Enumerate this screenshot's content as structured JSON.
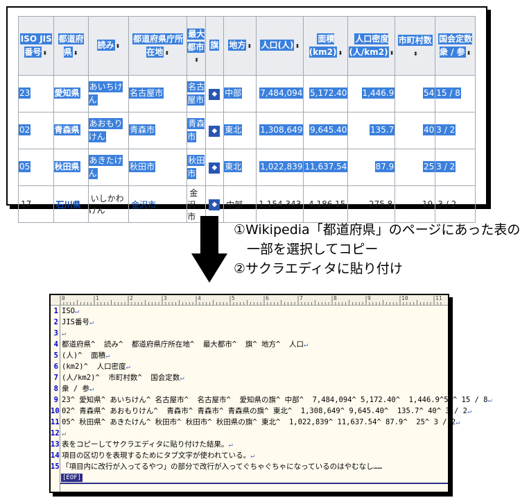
{
  "wiki_table": {
    "headers": [
      {
        "label": "ISO JIS番号",
        "sortable": true
      },
      {
        "label": "都道府県",
        "sortable": true
      },
      {
        "label": "読み",
        "sortable": true
      },
      {
        "label": "都道府県庁所在地",
        "sortable": true
      },
      {
        "label": "最大都市",
        "sortable": true
      },
      {
        "label": "旗",
        "sortable": false
      },
      {
        "label": "地方",
        "sortable": true
      },
      {
        "label": "人口(人)",
        "sortable": true
      },
      {
        "label": "面積(km2)",
        "sortable": true
      },
      {
        "label": "人口密度(人/km2)",
        "sortable": true
      },
      {
        "label": "市町村数",
        "sortable": true
      },
      {
        "label": "国会定数衆 / 参",
        "sortable": true
      }
    ],
    "rows": [
      {
        "code": "23",
        "pref": "愛知県",
        "reading": "あいちけん",
        "capital": "名古屋市",
        "largest": "名古屋市",
        "flag_icon": "aichi-flag-icon",
        "region": "中部",
        "population": "7,484,094",
        "area": "5,172.40",
        "density": "1,446.9",
        "municipalities": "54",
        "seats": "15 / 8",
        "selected": true
      },
      {
        "code": "02",
        "pref": "青森県",
        "reading": "あおもりけん",
        "capital": "青森市",
        "largest": "青森市",
        "flag_icon": "aomori-flag-icon",
        "region": "東北",
        "population": "1,308,649",
        "area": "9,645.40",
        "density": "135.7",
        "municipalities": "40",
        "seats": "3 / 2",
        "selected": true
      },
      {
        "code": "05",
        "pref": "秋田県",
        "reading": "あきたけん",
        "capital": "秋田市",
        "largest": "秋田市",
        "flag_icon": "akita-flag-icon",
        "region": "東北",
        "population": "1,022,839",
        "area": "11,637.54",
        "density": "87.9",
        "municipalities": "25",
        "seats": "3 / 2",
        "selected": true
      },
      {
        "code": "17",
        "pref": "石川県",
        "reading": "いしかわけん",
        "capital": "金沢市",
        "largest": "金沢市",
        "flag_icon": "ishikawa-flag-icon",
        "region": "中部",
        "population": "1,154,343",
        "area": "4,186.15",
        "density": "275.8",
        "municipalities": "19",
        "seats": "3 / 2",
        "selected": false
      }
    ]
  },
  "notes": {
    "step1_line1": "①Wikipedia「都道府県」のページにあった表の",
    "step1_line2": "一部を選択してコピー",
    "step2": "②サクラエディタに貼り付け"
  },
  "editor": {
    "ruler_marks": [
      "0",
      "1",
      "2",
      "3",
      "4",
      "5",
      "6",
      "7",
      "8",
      "9",
      "10",
      "11"
    ],
    "lines": [
      {
        "num": "1",
        "text": "ISO"
      },
      {
        "num": "2",
        "text": "JIS番号"
      },
      {
        "num": "3",
        "text": ""
      },
      {
        "num": "4",
        "text": "都道府県^  読み^  都道府県庁所在地^  最大都市^  旗^ 地方^  人口"
      },
      {
        "num": "5",
        "text": "(人)^  面積"
      },
      {
        "num": "6",
        "text": "(km2)^  人口密度"
      },
      {
        "num": "7",
        "text": "(人/km2)^  市町村数^  国会定数"
      },
      {
        "num": "8",
        "text": "衆 / 参"
      },
      {
        "num": "9",
        "text": "23^ 愛知県^ あいちけん^ 名古屋市^  名古屋市^  愛知県の旗^ 中部^  7,484,094^ 5,172.40^  1,446.9^54^ 15 / 8"
      },
      {
        "num": "10",
        "text": "02^ 青森県^ あおもりけん^  青森市^ 青森市^ 青森県の旗^ 東北^  1,308,649^ 9,645.40^  135.7^ 40^ 3 / 2"
      },
      {
        "num": "11",
        "text": "05^ 秋田県^ あきたけん^ 秋田市^ 秋田市^ 秋田県の旗^ 東北^  1,022,839^ 11,637.54^ 87.9^  25^ 3 / 2"
      },
      {
        "num": "12",
        "text": ""
      },
      {
        "num": "13",
        "text": "表をコピーしてサクラエディタに貼り付けた結果。"
      },
      {
        "num": "14",
        "text": "項目の区切りを表現するためにタブ文字が使われている。"
      },
      {
        "num": "15",
        "text": "「項目内に改行が入ってるやつ」の部分で改行が入ってぐちゃぐちゃになっているのはやむなし……"
      }
    ],
    "return_mark": "↵",
    "eof_label": "[EOF]"
  }
}
